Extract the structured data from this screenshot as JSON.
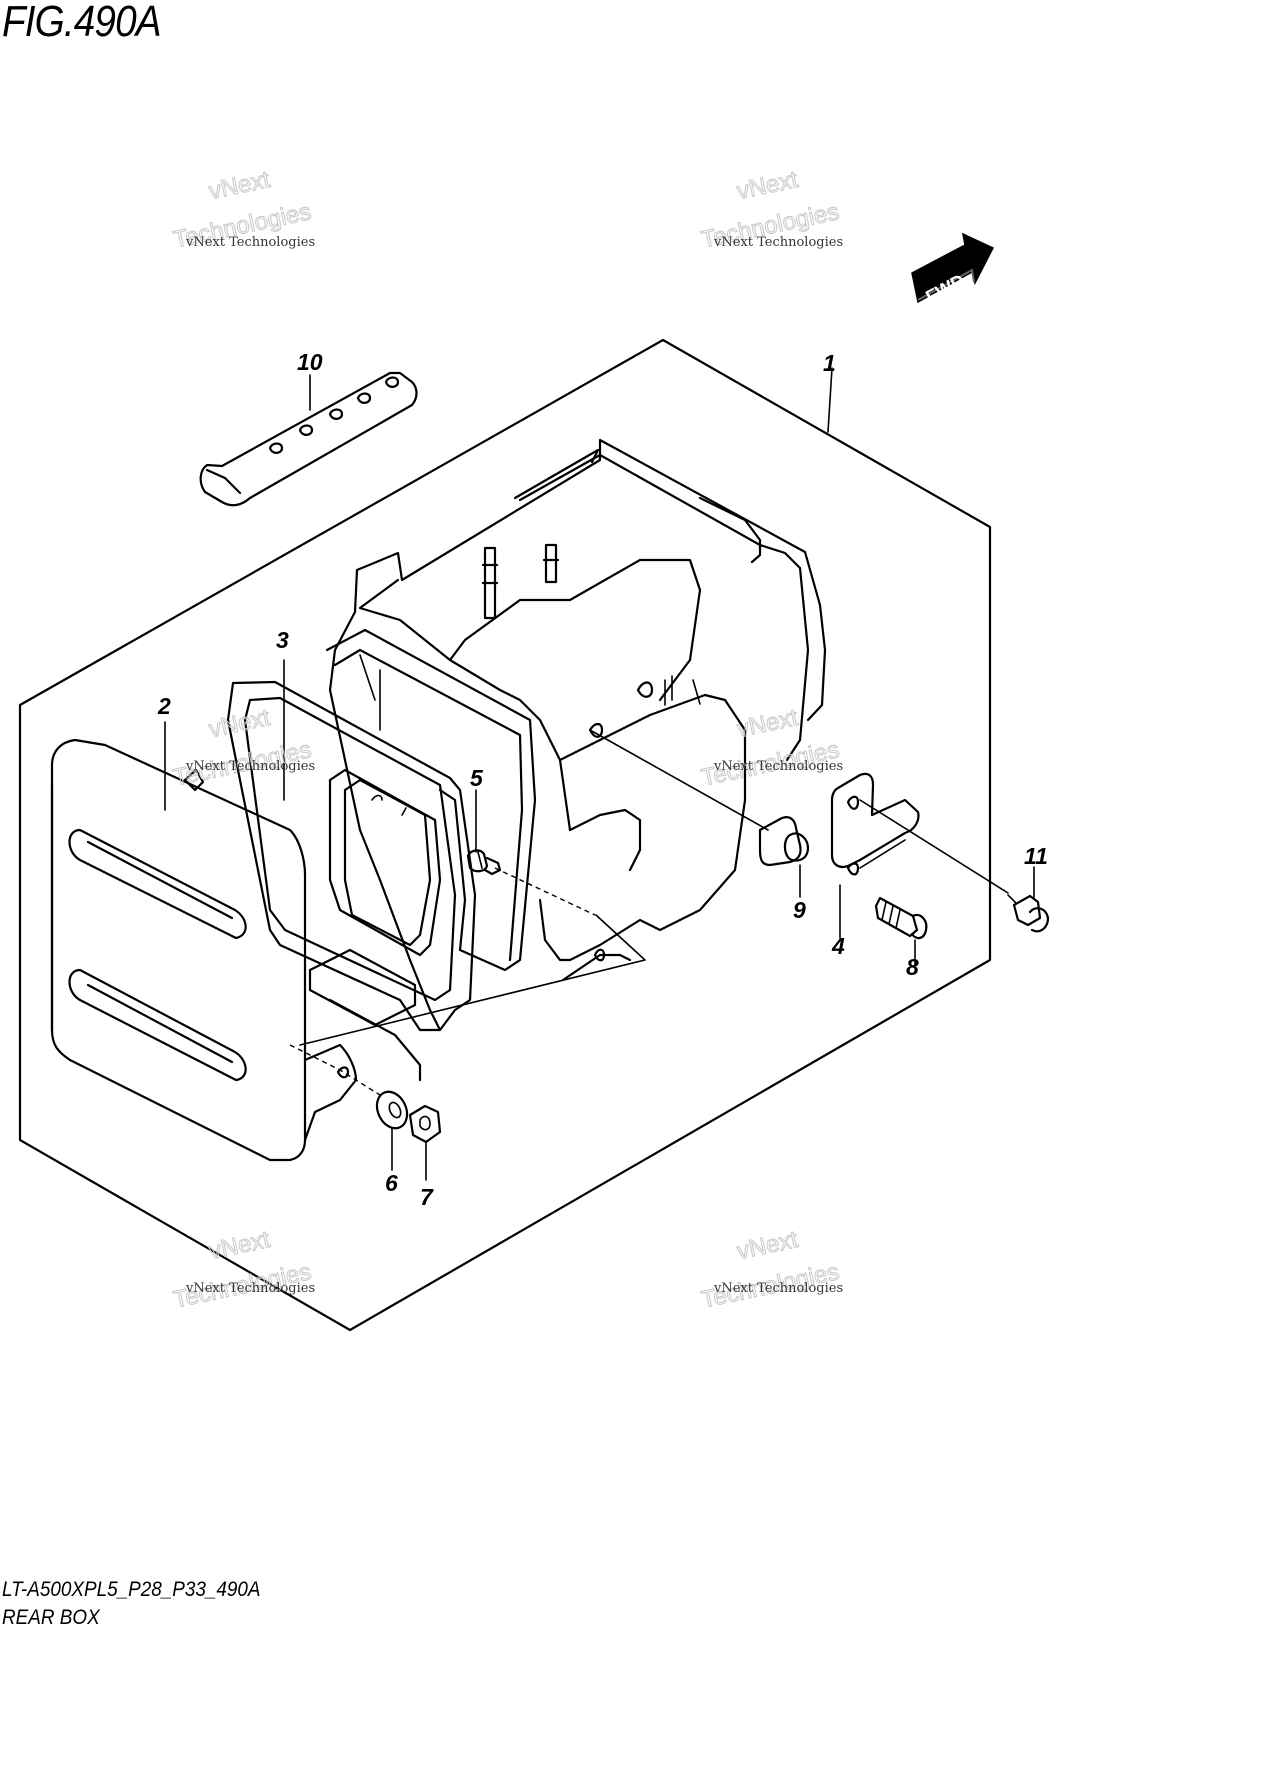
{
  "figure": {
    "title": "FIG.490A",
    "model_code": "LT-A500XPL5_P28_P33_490A",
    "section_name": "REAR BOX"
  },
  "direction_marker": {
    "label": "FWD"
  },
  "callouts": [
    {
      "id": "c1",
      "label": "1"
    },
    {
      "id": "c2",
      "label": "2"
    },
    {
      "id": "c3",
      "label": "3"
    },
    {
      "id": "c4",
      "label": "4"
    },
    {
      "id": "c5",
      "label": "5"
    },
    {
      "id": "c6",
      "label": "6"
    },
    {
      "id": "c7",
      "label": "7"
    },
    {
      "id": "c8",
      "label": "8"
    },
    {
      "id": "c9",
      "label": "9"
    },
    {
      "id": "c10",
      "label": "10"
    },
    {
      "id": "c11",
      "label": "11"
    }
  ],
  "watermark": {
    "line1": "vNext Technologies",
    "line2": "vNext",
    "line3": "Technologies"
  }
}
